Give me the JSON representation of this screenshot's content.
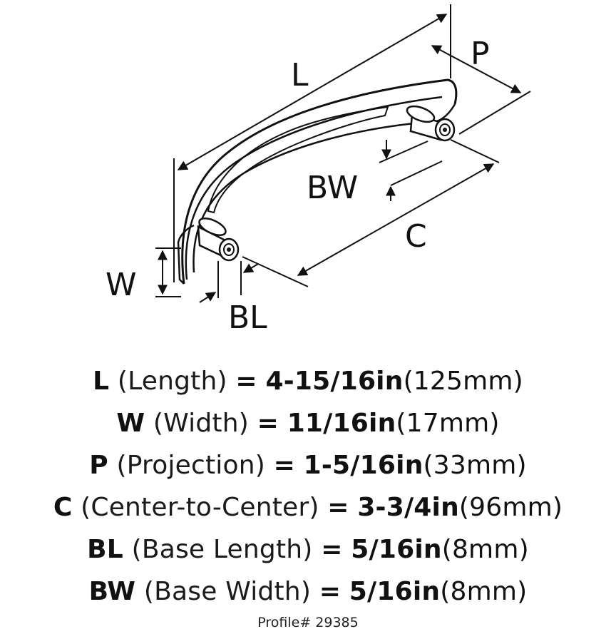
{
  "diagram": {
    "labels": {
      "L": "L",
      "P": "P",
      "BW": "BW",
      "C": "C",
      "W": "W",
      "BL": "BL"
    }
  },
  "specs": [
    {
      "symbol": "L",
      "description": "(Length)",
      "equals": "=",
      "imperial": "4-15/16in",
      "metric": "(125mm)"
    },
    {
      "symbol": "W",
      "description": "(Width)",
      "equals": "=",
      "imperial": "11/16in",
      "metric": "(17mm)"
    },
    {
      "symbol": "P",
      "description": "(Projection)",
      "equals": "=",
      "imperial": "1-5/16in",
      "metric": "(33mm)"
    },
    {
      "symbol": "C",
      "description": "(Center-to-Center)",
      "equals": "=",
      "imperial": "3-3/4in",
      "metric": "(96mm)"
    },
    {
      "symbol": "BL",
      "description": "(Base Length)",
      "equals": "=",
      "imperial": "5/16in",
      "metric": "(8mm)"
    },
    {
      "symbol": "BW",
      "description": "(Base Width)",
      "equals": "=",
      "imperial": "5/16in",
      "metric": "(8mm)"
    }
  ],
  "profile": "Profile# 29385"
}
